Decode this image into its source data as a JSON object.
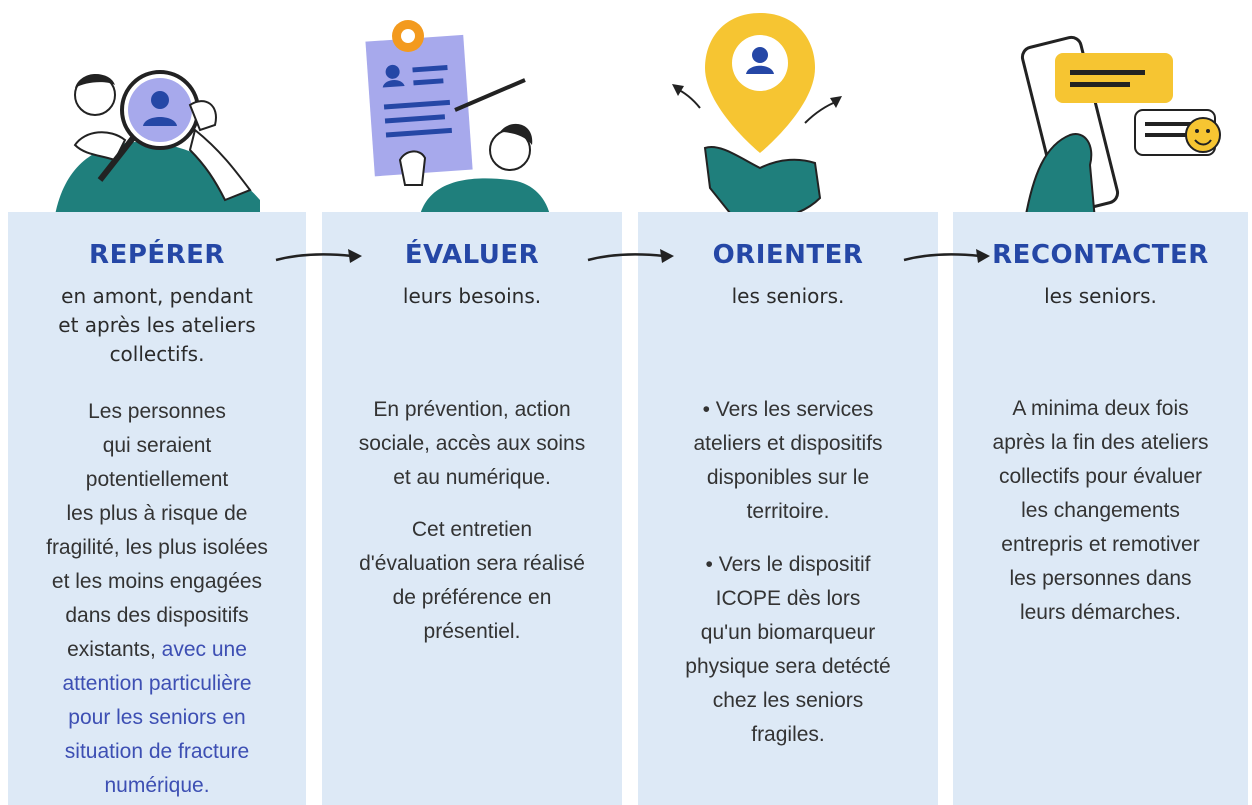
{
  "steps": [
    {
      "title": "REPÉRER",
      "subtitle_lines": [
        "en amont, pendant",
        "et après les ateliers",
        "collectifs."
      ],
      "body_lines": [
        "Les personnes",
        "qui seraient",
        "potentiellement",
        "les plus à risque de",
        "fragilité, les plus isolées",
        "et les moins engagées",
        "dans des dispositifs"
      ],
      "body_mixed": {
        "plain": "existants, ",
        "highlight": "avec une"
      },
      "highlight_lines": [
        "attention particulière",
        "pour les seniors en",
        "situation de fracture",
        "numérique."
      ]
    },
    {
      "title": "ÉVALUER",
      "subtitle_lines": [
        "leurs besoins."
      ],
      "paragraph_1": [
        "En prévention, action",
        "sociale, accès aux soins",
        "et au numérique."
      ],
      "paragraph_2": [
        "Cet entretien",
        "d'évaluation sera réalisé",
        "de préférence en",
        "présentiel."
      ]
    },
    {
      "title": "ORIENTER",
      "subtitle_lines": [
        "les seniors."
      ],
      "bullet_1": [
        "• Vers les services",
        "ateliers et dispositifs",
        "disponibles sur le",
        "territoire."
      ],
      "bullet_2": [
        "• Vers le dispositif",
        "ICOPE dès lors",
        "qu'un biomarqueur",
        "physique sera detécté",
        "chez les seniors",
        "fragiles."
      ]
    },
    {
      "title": "RECONTACTER",
      "subtitle_lines": [
        "les seniors."
      ],
      "body_lines": [
        "A minima deux fois",
        "après la fin des ateliers",
        "collectifs pour évaluer",
        "les changements",
        "entrepris et remotiver",
        "les personnes dans",
        "leurs démarches."
      ]
    }
  ],
  "colors": {
    "panel": "#dde9f6",
    "title": "#2547a6",
    "highlight": "#3d4fb3",
    "teal": "#1f7f7c",
    "yellow": "#f6c532",
    "lavender": "#a7a9ec"
  }
}
